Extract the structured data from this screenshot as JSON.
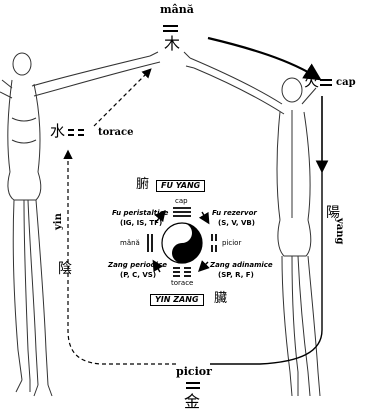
{
  "labels": {
    "mana": "mână",
    "cap": "cap",
    "torace": "torace",
    "picior": "picior",
    "yin": "yin",
    "yang": "yang"
  },
  "chars": {
    "wood": "木",
    "fire": "火",
    "water": "水",
    "metal": "金",
    "yin": "陰",
    "yang": "陽",
    "fu": "腑",
    "zang": "臟"
  },
  "center": {
    "fu_box": "FU YANG",
    "zang_box": "YIN ZANG",
    "cap": "cap",
    "mana": "mână",
    "picior": "picior",
    "torace": "torace",
    "fu_peristaltice": "Fu peristaltice",
    "fu_peristaltice_organs": "(IG, IS, TF)",
    "fu_rezervor": "Fu rezervor",
    "fu_rezervor_organs": "(S, V, VB)",
    "zang_periodice": "Zang periodice",
    "zang_periodice_organs": "(P, C, VS)",
    "zang_adinamice": "Zang adinamice",
    "zang_adinamice_organs": "(SP, R, F)"
  }
}
